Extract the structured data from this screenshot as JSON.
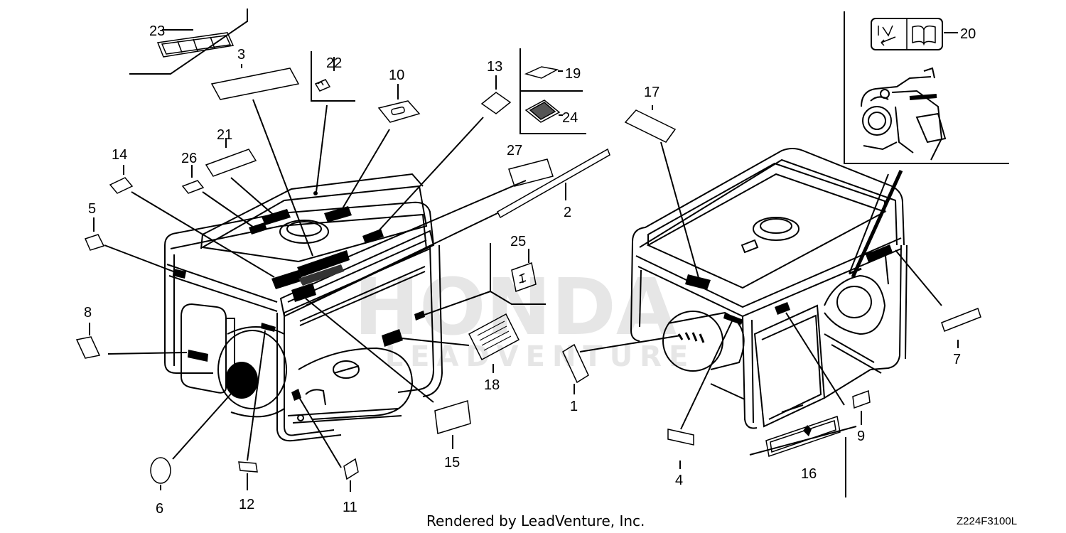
{
  "watermark": {
    "brand": "HONDA",
    "subtitle": "LEADVENTURE"
  },
  "callouts": [
    {
      "id": "c1",
      "text": "1"
    },
    {
      "id": "c2",
      "text": "2"
    },
    {
      "id": "c3",
      "text": "3"
    },
    {
      "id": "c4",
      "text": "4"
    },
    {
      "id": "c5",
      "text": "5"
    },
    {
      "id": "c6",
      "text": "6"
    },
    {
      "id": "c7",
      "text": "7"
    },
    {
      "id": "c8",
      "text": "8"
    },
    {
      "id": "c9",
      "text": "9"
    },
    {
      "id": "c10",
      "text": "10"
    },
    {
      "id": "c11",
      "text": "11"
    },
    {
      "id": "c12",
      "text": "12"
    },
    {
      "id": "c13",
      "text": "13"
    },
    {
      "id": "c14",
      "text": "14"
    },
    {
      "id": "c15",
      "text": "15"
    },
    {
      "id": "c16",
      "text": "16"
    },
    {
      "id": "c17",
      "text": "17"
    },
    {
      "id": "c18",
      "text": "18"
    },
    {
      "id": "c19",
      "text": "19"
    },
    {
      "id": "c20",
      "text": "20"
    },
    {
      "id": "c21",
      "text": "21"
    },
    {
      "id": "c22",
      "text": "22"
    },
    {
      "id": "c23",
      "text": "23"
    },
    {
      "id": "c24",
      "text": "24"
    },
    {
      "id": "c25",
      "text": "25"
    },
    {
      "id": "c26",
      "text": "26"
    },
    {
      "id": "c27",
      "text": "27"
    }
  ],
  "footer": {
    "rendered_by": "Rendered by LeadVenture, Inc.",
    "diagram_code": "Z224F3100L"
  }
}
